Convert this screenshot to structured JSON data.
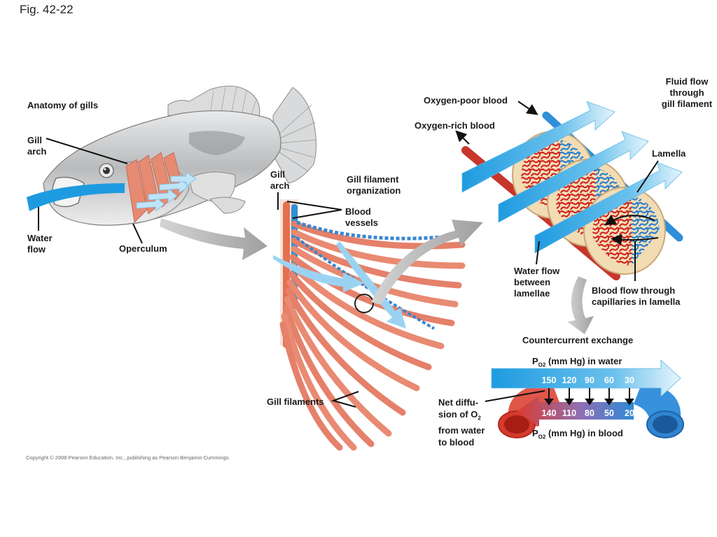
{
  "figure": {
    "title": "Fig. 42-22",
    "copyright": "Copyright © 2008 Pearson Education, Inc., publishing as Pearson Benjamin Cummings."
  },
  "panel_anatomy": {
    "heading": "Anatomy of gills",
    "labels": {
      "gill_arch_line1": "Gill",
      "gill_arch_line2": "arch",
      "water_flow_line1": "Water",
      "water_flow_line2": "flow",
      "operculum": "Operculum"
    }
  },
  "panel_filament": {
    "heading_line1": "Gill filament",
    "heading_line2": "organization",
    "labels": {
      "gill_arch_line1": "Gill",
      "gill_arch_line2": "arch",
      "blood_vessels_line1": "Blood",
      "blood_vessels_line2": "vessels",
      "gill_filaments": "Gill filaments"
    }
  },
  "panel_lamellae": {
    "labels": {
      "oxygen_poor_blood": "Oxygen-poor blood",
      "oxygen_rich_blood": "Oxygen-rich blood",
      "fluid_flow_line1": "Fluid flow",
      "fluid_flow_line2": "through",
      "fluid_flow_line3": "gill filament",
      "lamella": "Lamella",
      "water_flow_between_line1": "Water flow",
      "water_flow_between_line2": "between",
      "water_flow_between_line3": "lamellae",
      "blood_flow_line1": "Blood flow through",
      "blood_flow_line2": "capillaries in lamella"
    }
  },
  "panel_countercurrent": {
    "heading": "Countercurrent exchange",
    "water_label_prefix": "P",
    "water_label_sub": "O2",
    "water_label_suffix": " (mm Hg) in water",
    "blood_label_prefix": "P",
    "blood_label_sub": "O2",
    "blood_label_suffix": " (mm Hg) in blood",
    "water_po2_values": [
      "150",
      "120",
      "90",
      "60",
      "30"
    ],
    "blood_po2_values": [
      "140",
      "110",
      "80",
      "50",
      "20"
    ],
    "net_diffusion_line1": "Net diffu-",
    "net_diffusion_line2": "sion of O",
    "net_diffusion_sub": "2",
    "net_diffusion_line3": "from water",
    "net_diffusion_line4": "to blood"
  },
  "colors": {
    "water_blue": "#1e9be0",
    "water_light": "#bfe6f8",
    "blood_red": "#d8322a",
    "deoxy_blue": "#2a86d0",
    "filament_salmon": "#e8806a",
    "lamella_tan": "#f1dcb4",
    "arrow_gray": "#a9a9a9",
    "fish_gray": "#c9cbcd"
  }
}
